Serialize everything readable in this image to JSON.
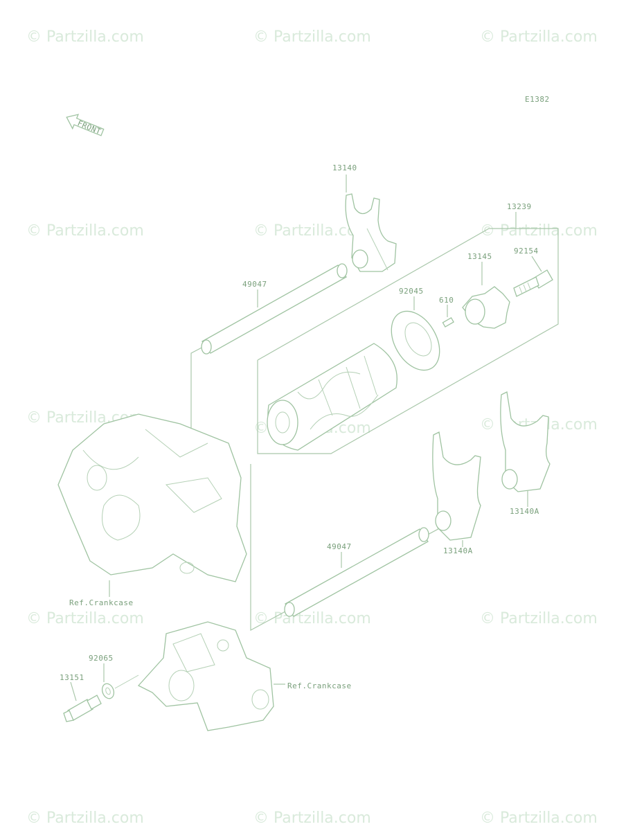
{
  "diagram_code": "E1382",
  "front_label": "FRONT",
  "watermark": "© Partzilla.com",
  "part_numbers": {
    "fork_top": "13140",
    "drum_assembly": "13239",
    "cam": "13145",
    "bolt": "92154",
    "bearing": "92045",
    "pin": "610",
    "shaft_upper": "49047",
    "shaft_lower": "49047",
    "fork_mid": "13140A",
    "fork_right": "13140A",
    "washer": "92065",
    "switch": "13151"
  },
  "references": {
    "crankcase_upper": "Ref.Crankcase",
    "crankcase_lower": "Ref.Crankcase"
  },
  "colors": {
    "line": "#9fc3a1",
    "label": "#7aa07c",
    "watermark": "#d9eadb"
  }
}
